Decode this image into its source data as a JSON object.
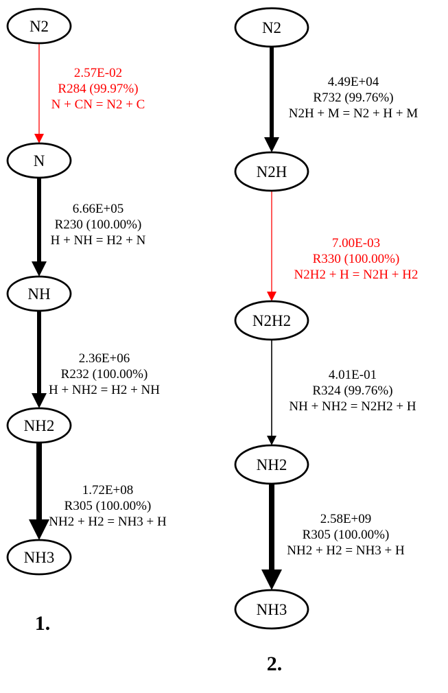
{
  "colors": {
    "normal": "#000000",
    "highlight": "#ff0000"
  },
  "panels": [
    {
      "label": "1.",
      "nodes": [
        "N2",
        "N",
        "NH",
        "NH2",
        "NH3"
      ],
      "edges": [
        {
          "from": "N2",
          "to": "N",
          "rate": "2.57E-02",
          "reaction": "R284 (99.97%)",
          "equation": "N + CN = N2 + C",
          "highlight": true,
          "weight": "thin"
        },
        {
          "from": "N",
          "to": "NH",
          "rate": "6.66E+05",
          "reaction": "R230 (100.00%)",
          "equation": "H + NH = H2 + N",
          "highlight": false,
          "weight": "thick"
        },
        {
          "from": "NH",
          "to": "NH2",
          "rate": "2.36E+06",
          "reaction": "R232 (100.00%)",
          "equation": "H + NH2 = H2 + NH",
          "highlight": false,
          "weight": "thick"
        },
        {
          "from": "NH2",
          "to": "NH3",
          "rate": "1.72E+08",
          "reaction": "R305 (100.00%)",
          "equation": "NH2 + H2 = NH3 + H",
          "highlight": false,
          "weight": "heavy"
        }
      ]
    },
    {
      "label": "2.",
      "nodes": [
        "N2",
        "N2H",
        "N2H2",
        "NH2",
        "NH3"
      ],
      "edges": [
        {
          "from": "N2",
          "to": "N2H",
          "rate": "4.49E+04",
          "reaction": "R732 (99.76%)",
          "equation": "N2H + M = N2 + H + M",
          "highlight": false,
          "weight": "thick"
        },
        {
          "from": "N2H",
          "to": "N2H2",
          "rate": "7.00E-03",
          "reaction": "R330 (100.00%)",
          "equation": "N2H2 + H = N2H + H2",
          "highlight": true,
          "weight": "thin"
        },
        {
          "from": "N2H2",
          "to": "NH2",
          "rate": "4.01E-01",
          "reaction": "R324 (99.76%)",
          "equation": "NH + NH2 = N2H2 + H",
          "highlight": false,
          "weight": "medium"
        },
        {
          "from": "NH2",
          "to": "NH3",
          "rate": "2.58E+09",
          "reaction": "R305 (100.00%)",
          "equation": "NH2 + H2 = NH3 + H",
          "highlight": false,
          "weight": "heavy"
        }
      ]
    }
  ]
}
